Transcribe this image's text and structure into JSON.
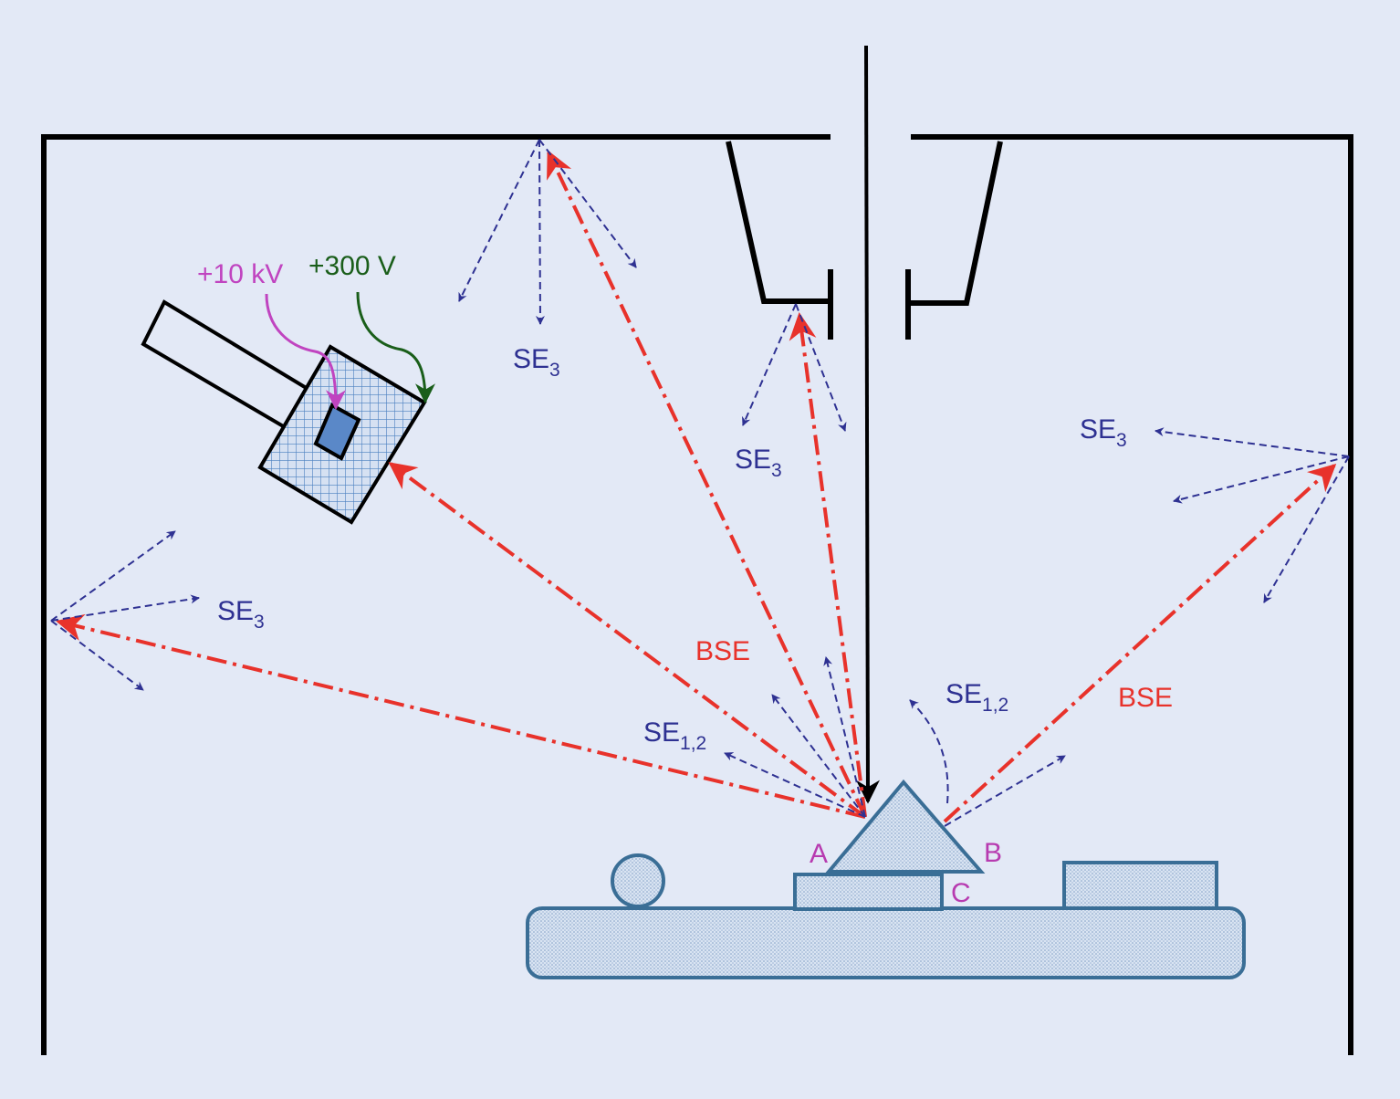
{
  "labels": {
    "se3_top": {
      "main": "SE",
      "sub": "3"
    },
    "se3_pole": {
      "main": "SE",
      "sub": "3"
    },
    "se3_right": {
      "main": "SE",
      "sub": "3"
    },
    "se3_left": {
      "main": "SE",
      "sub": "3"
    },
    "se12_left": {
      "main": "SE",
      "sub": "1,2"
    },
    "se12_right": {
      "main": "SE",
      "sub": "1,2"
    },
    "bse_center": "BSE",
    "bse_right": "BSE",
    "point_a": "A",
    "point_b": "B",
    "point_c": "C",
    "hv_label": "+10 kV",
    "lv_label": "+300 V"
  },
  "colors": {
    "background": "#e3e9f6",
    "se_arrows": "#2e3192",
    "bse_arrows": "#e8322b",
    "hv_arrow": "#c044c0",
    "lv_arrow": "#1a5e1a",
    "specimen_outline": "#3a6e96",
    "detector_grid": "#4a7fc0",
    "scintillator": "#5a88c8",
    "walls": "#000000"
  }
}
